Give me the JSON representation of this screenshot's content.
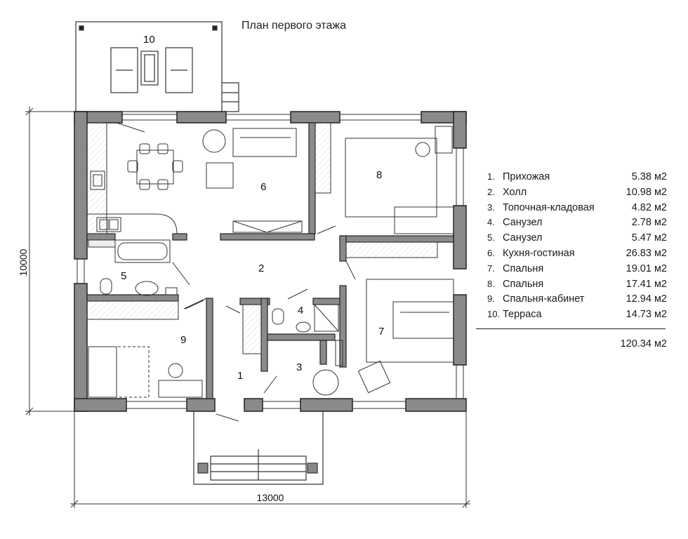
{
  "title": "План первого этажа",
  "rooms": [
    {
      "num": "1.",
      "name": "Прихожая",
      "area": "5.38 м2"
    },
    {
      "num": "2.",
      "name": "Холл",
      "area": "10.98 м2"
    },
    {
      "num": "3.",
      "name": "Топочная-кладовая",
      "area": "4.82 м2"
    },
    {
      "num": "4.",
      "name": "Санузел",
      "area": "2.78 м2"
    },
    {
      "num": "5.",
      "name": "Санузел",
      "area": "5.47 м2"
    },
    {
      "num": "6.",
      "name": "Кухня-гостиная",
      "area": "26.83 м2"
    },
    {
      "num": "7.",
      "name": "Спальня",
      "area": "19.01 м2"
    },
    {
      "num": "8.",
      "name": "Спальня",
      "area": "17.41 м2"
    },
    {
      "num": "9.",
      "name": "Спальня-кабинет",
      "area": "12.94 м2"
    },
    {
      "num": "10.",
      "name": "Терраса",
      "area": "14.73 м2"
    }
  ],
  "total": "120.34 м2",
  "room_labels": [
    "1",
    "2",
    "3",
    "4",
    "5",
    "6",
    "7",
    "8",
    "9",
    "10"
  ],
  "dimensions": {
    "width": "13000",
    "height": "10000"
  },
  "colors": {
    "wall": "#8a8a8a",
    "wall_outline": "#222222",
    "line": "#333333"
  }
}
